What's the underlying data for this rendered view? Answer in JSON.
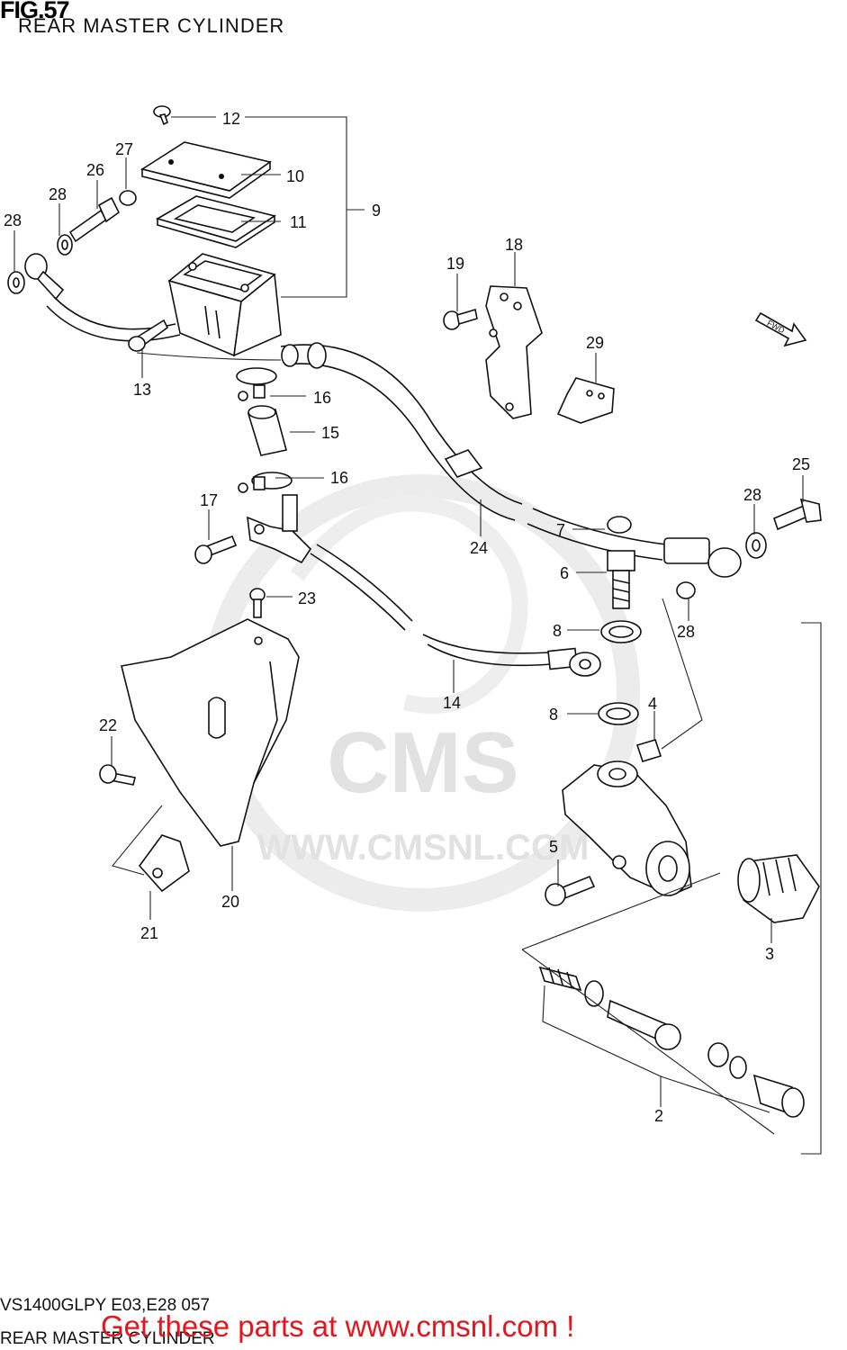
{
  "header": {
    "figure_number": "FIG.57",
    "title": "REAR MASTER CYLINDER"
  },
  "watermark": {
    "brand": "CMS",
    "url": "WWW.CMSNL.COM"
  },
  "footer": {
    "model_code": "VS1400GLPY E03,E28  057",
    "subtitle": "REAR MASTER CYLINDER",
    "cta_link": "Get these parts at www.cmsnl.com !"
  },
  "callouts": {
    "p12": "12",
    "p27": "27",
    "p26": "26",
    "p10": "10",
    "p28a": "28",
    "p28b": "28",
    "p9": "9",
    "p11": "11",
    "p18": "18",
    "p19": "19",
    "p13": "13",
    "p29": "29",
    "p16a": "16",
    "p15": "15",
    "p16b": "16",
    "p25": "25",
    "p17": "17",
    "p28c": "28",
    "p7": "7",
    "p24": "24",
    "p6": "6",
    "p23": "23",
    "p28d": "28",
    "p8a": "8",
    "p14": "14",
    "p8b": "8",
    "p22": "22",
    "p4": "4",
    "p5": "5",
    "p3": "3",
    "p20": "20",
    "p21": "21",
    "p2": "2"
  },
  "colors": {
    "cta": "#e8141c",
    "line_art": "#111111",
    "watermark": "#e2e2e2"
  }
}
